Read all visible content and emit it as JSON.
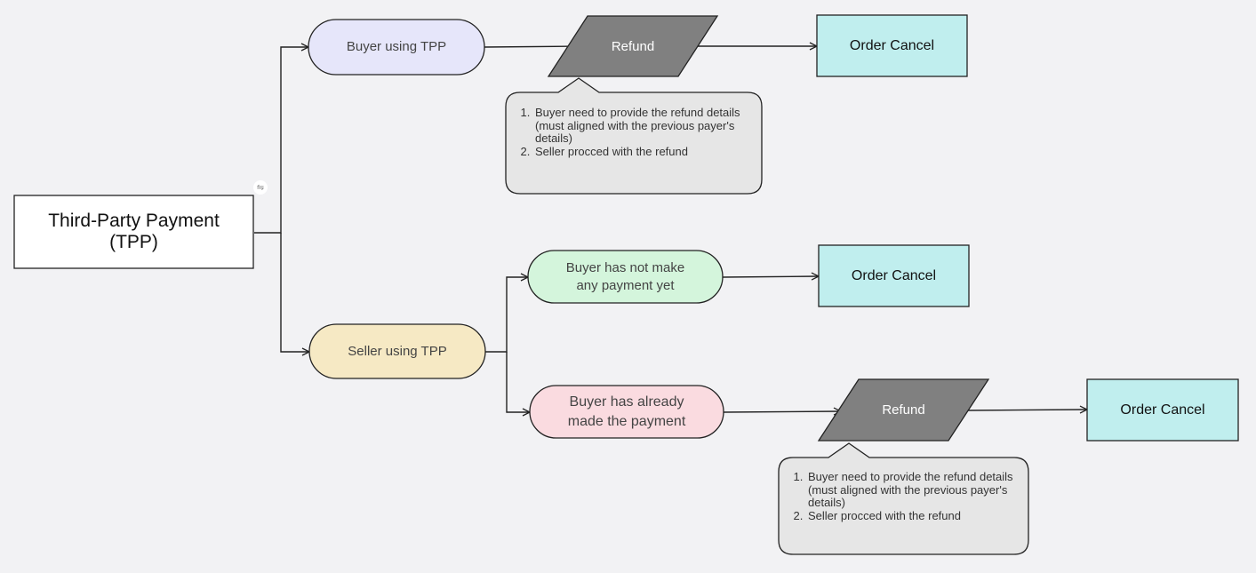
{
  "nodes": {
    "root": {
      "label_line1": "Third-Party Payment",
      "label_line2": "(TPP)"
    },
    "buyer_tpp": {
      "label": "Buyer using TPP"
    },
    "seller_tpp": {
      "label": "Seller using TPP"
    },
    "buyer_no_payment": {
      "label_line1": "Buyer has not make",
      "label_line2": "any payment yet"
    },
    "buyer_paid": {
      "label_line1": "Buyer has already",
      "label_line2": "made the payment"
    },
    "refund_top": {
      "label": "Refund"
    },
    "refund_bottom": {
      "label": "Refund"
    },
    "cancel_top": {
      "label": "Order Cancel"
    },
    "cancel_middle": {
      "label": "Order Cancel"
    },
    "cancel_bottom": {
      "label": "Order Cancel"
    }
  },
  "notes": {
    "top": {
      "items": [
        "Buyer need to provide the refund details (must aligned with the previous payer's details)",
        "Seller procced with the refund"
      ]
    },
    "bottom": {
      "items": [
        "Buyer need to provide the refund details (must aligned with the previous payer's details)",
        "Seller procced with the refund"
      ]
    }
  },
  "icons": {
    "share": "share-icon"
  },
  "colors": {
    "background": "#f2f2f4",
    "buyer_pill": "#e6e6fa",
    "seller_pill": "#f6e9c4",
    "no_payment_pill": "#d4f5dc",
    "paid_pill": "#fadbe0",
    "refund": "#808080",
    "cancel": "#c0eeee",
    "note": "#e6e6e6"
  }
}
